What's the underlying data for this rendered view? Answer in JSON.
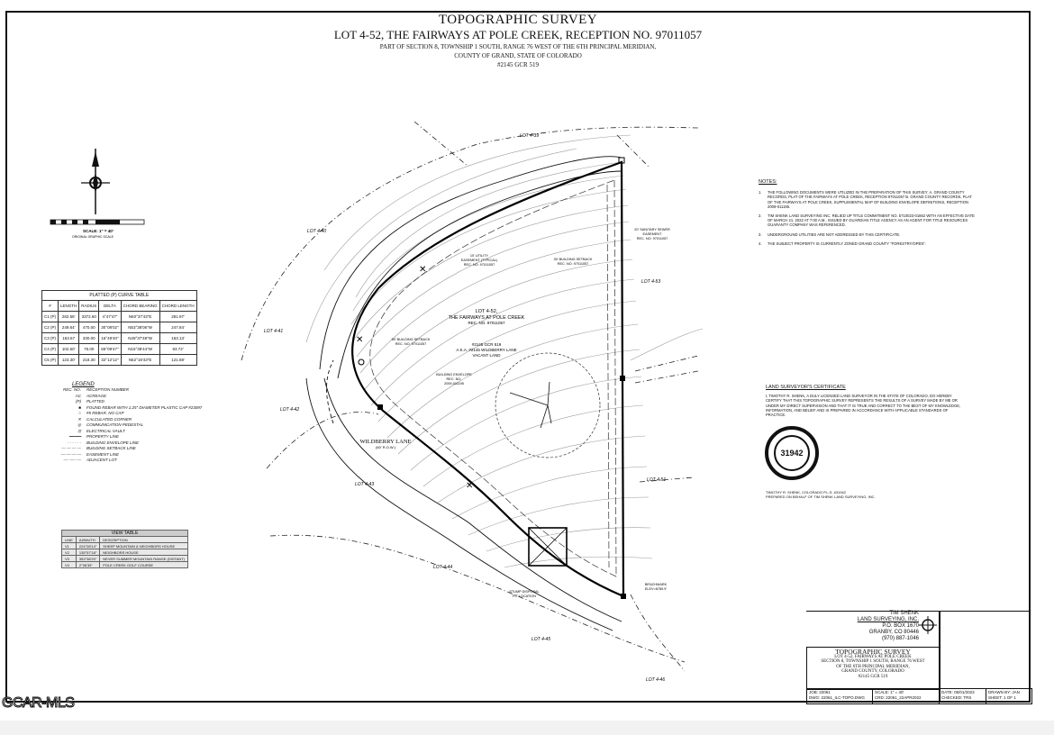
{
  "title": {
    "main": "TOPOGRAPHIC SURVEY",
    "lot": "LOT 4-52, THE FAIRWAYS AT POLE CREEK, RECEPTION NO. 97011057",
    "line3": "PART OF SECTION 8, TOWNSHIP 1 SOUTH, RANGE 76 WEST OF THE 6TH PRINCIPAL MERIDIAN,",
    "line4": "COUNTY OF GRAND, STATE OF COLORADO",
    "line5": "#2145 GCR 519"
  },
  "scale": {
    "label": "SCALE: 1\" = 40'",
    "sub": "ORIGINAL GRAPHIC SCALE"
  },
  "lots": {
    "l39": "LOT 4-39",
    "l40": "LOT 4-40",
    "l41": "LOT 4-41",
    "l42": "LOT 4-42",
    "l43": "LOT 4-43",
    "l44": "LOT 4-44",
    "l45": "LOT 4-45",
    "l46": "LOT 4-46",
    "l53": "LOT 4-53",
    "l51": "LOT 4-51"
  },
  "plan_labels": {
    "center1": "LOT 4-52,",
    "center2": "THE FAIRWAYS AT POLE CREEK",
    "center3": "REC. NO. 97011057",
    "addr1": "#2145 GCR 519",
    "addr2": "A.K.A. #2145 WILDBERRY LANE",
    "addr3": "VACANT LAND",
    "utility1": "10' UTILITY",
    "utility2": "EASEMENT (TYPICAL)",
    "utility3": "REC. NO. 97011057",
    "bsetback1": "50' BUILDING SETBACK",
    "bsetback2": "REC. NO. 97011057",
    "bsetback3": "30' BUILDING SETBACK",
    "bsetback4": "REC. NO. 97011057",
    "sewer1": "20' SANITARY SEWER",
    "sewer2": "EASEMENT",
    "sewer3": "REC. NO. 97011057",
    "envelope1": "BUILDING ENVELOPE",
    "envelope2": "REC. NO.",
    "envelope3": "2009-011195",
    "road": "WILDBERRY LANE",
    "road_sub": "(60' R.O.W.)",
    "stump1": "STUMP DISPOSAL",
    "stump2": "PIT LOCATION",
    "bench1": "BENCHMARK",
    "bench2": "ELEV=8789.9'"
  },
  "curve_table": {
    "caption": "PLATTED (P) CURVE TABLE",
    "headers": [
      "#",
      "LENGTH",
      "RADIUS",
      "DELTA",
      "CHORD BEARING",
      "CHORD LENGTH"
    ],
    "rows": [
      [
        "C1 (P)",
        "282.56'",
        "3372.60",
        "4°47'47\"",
        "N60°37'43\"E",
        "281.97'"
      ],
      [
        "C2 (P)",
        "249.64'",
        "470.00",
        "30°08'02\"",
        "N53°38'06\"W",
        "247.84'"
      ],
      [
        "C3 (P)",
        "163.67",
        "330.00",
        "16°49'40\"",
        "N49°37'48\"W",
        "163.13'"
      ],
      [
        "C4 (P)",
        "102.60'",
        "75.00",
        "65°09'47\"",
        "N16°38'44\"W",
        "93.72'"
      ],
      [
        "C5 (P)",
        "123.30'",
        "218.30",
        "32°12'12\"",
        "N52°18'43\"E",
        "121.68'"
      ]
    ]
  },
  "legend": {
    "heading": "LEGEND",
    "items": [
      [
        "REC. NO.",
        "RECEPTION NUMBER"
      ],
      [
        "AC",
        "ACREAGE"
      ],
      [
        "(P)",
        "PLATTED"
      ],
      [
        "■",
        "FOUND REBAR WITH 1.25\" DIAMETER PLASTIC CAP #23097"
      ],
      [
        "○",
        "#5 REBAR, NO CAP"
      ],
      [
        "✕",
        "CALCULATED CORNER"
      ],
      [
        "◎",
        "COMMUNICATION PEDESTAL"
      ],
      [
        "⊡",
        "ELECTRICAL VAULT"
      ],
      [
        "",
        "PROPERTY LINE"
      ],
      [
        "",
        "BUILDING ENVELOPE LINE"
      ],
      [
        "",
        "BUILDING SETBACK LINE"
      ],
      [
        "",
        "EASEMENT LINE"
      ],
      [
        "",
        "ADJACENT LOT"
      ]
    ]
  },
  "view_table": {
    "caption": "VIEW TABLE",
    "headers": [
      "LINE",
      "AZIMUTH",
      "DESCRIPTION"
    ],
    "rows": [
      [
        "V1",
        "224°28'14\"",
        "SHEEP MOUNTAIN & NEIGHBORS HOUSE"
      ],
      [
        "V2",
        "135°57'18\"",
        "NEIGHBORS HOUSE"
      ],
      [
        "V3",
        "353°38'20\"",
        "NEVER SUMMER MOUNTAIN RANGE (DISTANT)"
      ],
      [
        "V4",
        "2°06'39\"",
        "POLE CREEK GOLF COURSE"
      ]
    ]
  },
  "notes": {
    "heading": "NOTES:",
    "items": [
      [
        "1.",
        "THE FOLLOWING DOCUMENTS WERE UTILIZED IN THE PREPARATION OF THIS SURVEY: A. GRAND COUNTY RECORDS, PLAT OF THE FAIRWAYS AT POLE CREEK, RECEPTION 97011057 B. GRAND COUNTY RECORDS, PLAT OF THE FAIRWAYS AT POLE CREEK, SUPPLEMENTAL MAP OF BUILDING ENVELOPE DEFINITIONS, RECEPTION 2009-011195."
      ],
      [
        "2.",
        "TIM SHENK LAND SURVEYING INC. RELIED UP TITLE COMMITMENT NO. 5710023-01862 WITH AN EFFECTIVE DATE OF MARCH 21, 2022 AT 7:00 A.M., ISSUED BY GUARDIAN TITLE AGENCY AS AN AGENT FOR TITLE RESOURCES GUARANTY COMPANY WAS REFERENCED."
      ],
      [
        "3.",
        "UNDERGROUND UTILITIES ARE NOT ADDRESSED BY THIS CERTIFICATE."
      ],
      [
        "4.",
        "THE SUBJECT PROPERTY IS CURRENTLY ZONED GRAND COUNTY \"FORESTRY/OPEN\"."
      ]
    ]
  },
  "certificate": {
    "heading": "LAND SURVEYOR'S CERTIFICATE",
    "body": "I, TIMOTHY R. SHENK, A DULY LICENSED LAND SURVEYOR IN THE STATE OF COLORADO, DO HEREBY CERTIFY THAT THIS TOPOGRAPHIC SURVEY REPRESENTS THE RESULTS OF A SURVEY MADE BY ME OR UNDER MY DIRECT SUPERVISION AND THAT IT IS TRUE AND CORRECT TO THE BEST OF MY KNOWLEDGE, INFORMATION, AND BELIEF AND IS PREPARED IN ACCORDANCE WITH APPLICABLE STANDARDS OF PRACTICE.",
    "seal_number": "31942",
    "sig1": "TIMOTHY R. SHENK, COLORADO P.L.S. #31942",
    "sig2": "PREPARED ON BEHALF OF TIM SHENK LAND SURVEYING, INC."
  },
  "company": {
    "name1": "TIM SHENK",
    "name2": "LAND SURVEYING, INC.",
    "addr1": "P.O. BOX 1670",
    "addr2": "GRANBY, CO 80446",
    "phone": "(970) 887-1046"
  },
  "title_block": {
    "h": "TOPOGRAPHIC SURVEY",
    "l1": "LOT 4-52, FAIRWAYS AT POLE CREEK",
    "l2": "SECTION 8, TOWNSHIP 1 SOUTH, RANGE 76 WEST",
    "l3": "OF THE 6TH PRINCIPAL MERIDIAN,",
    "l4": "GRAND COUNTY, COLORADO",
    "l5": "#2145 GCR 519"
  },
  "strip": {
    "job": "JOB: 22061",
    "dwg": "DWG: 22061_ILC-TOPO.DWG",
    "scale": "SCALE: 1\" = 40'",
    "crd": "CRD: 22061_22APR2022",
    "date": "DATE: 05/01/2023",
    "checked": "CHECKED: TRS",
    "drawn": "DRAWN BY: JAN",
    "sheet": "SHEET: 1 OF 1"
  },
  "watermark": "GCAR-MLS"
}
